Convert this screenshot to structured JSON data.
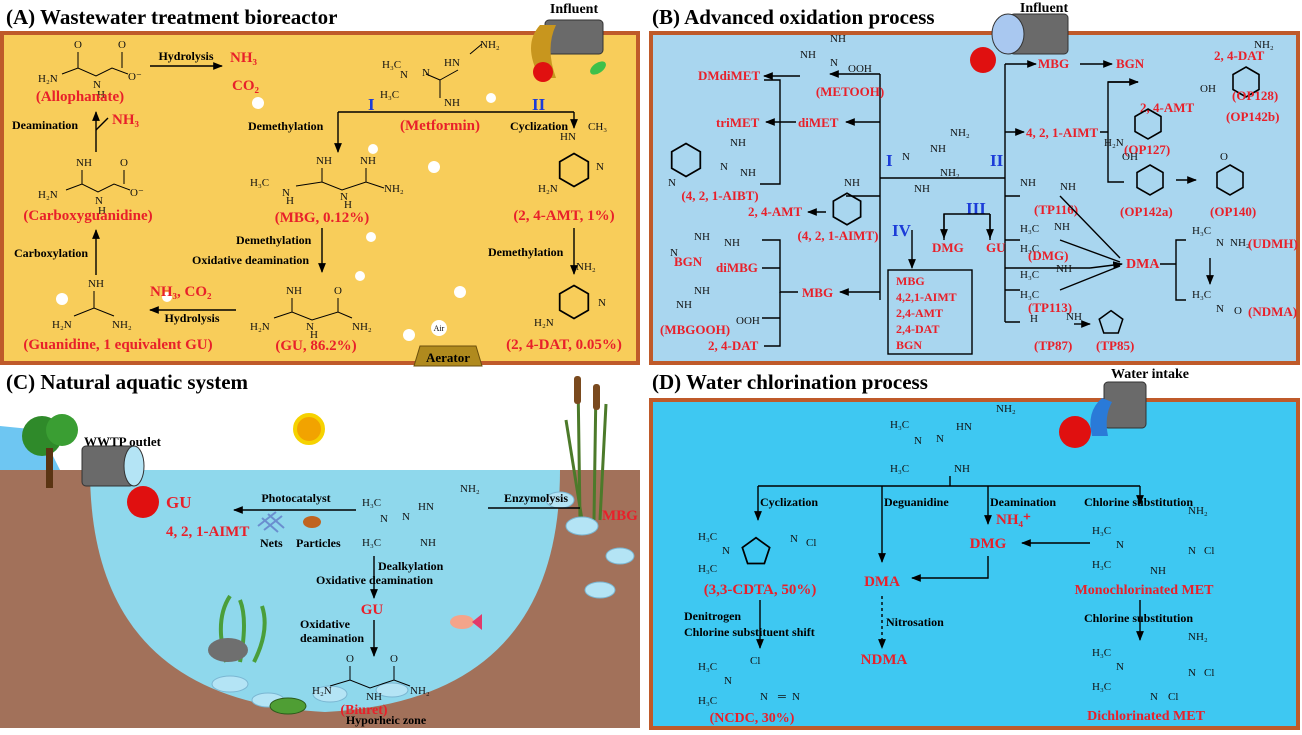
{
  "panels": {
    "a": {
      "title": "(A) Wastewater treatment bioreactor",
      "influent": "Influent",
      "aerator": "Aerator",
      "air": "Air",
      "allophanate": "(Allophanate)",
      "hydrolysis": "Hydrolysis",
      "nh3": "NH₃",
      "co2": "CO₂",
      "deamination": "Deamination",
      "carboxyguanidine": "(Carboxyguanidine)",
      "carboxylation": "Carboxylation",
      "guanidine": "(Guanidine, 1 equivalent GU)",
      "nh3_co2": "NH₃, CO₂",
      "metformin": "(Metformin)",
      "route_i": "I",
      "route_ii": "II",
      "demethylation": "Demethylation",
      "cyclization": "Cyclization",
      "mbg": "(MBG, 0.12%)",
      "oxidative_deamination": "Oxidative deamination",
      "gu": "(GU, 86.2%)",
      "amt": "(2, 4-AMT, 1%)",
      "dat": "(2, 4-DAT, 0.05%)"
    },
    "b": {
      "title": "(B) Advanced oxidation process",
      "influent": "Influent",
      "route_i": "I",
      "route_ii": "II",
      "route_iii": "III",
      "route_iv": "IV",
      "metooh": "(METOOH)",
      "dmdimet": "DMdiMET",
      "dimet": "diMET",
      "trimet": "triMET",
      "aibt": "(4, 2, 1-AIBT)",
      "amt": "2, 4-AMT",
      "aimt": "(4, 2, 1-AIMT)",
      "aimt_short": "4, 2, 1-AIMT",
      "mbg": "MBG",
      "bgn": "BGN",
      "dimbg": "diMBG",
      "mbgooh": "(MBGOOH)",
      "dat": "2, 4-DAT",
      "iv_list": [
        "MBG",
        "4,2,1-AIMT",
        "2,4-AMT",
        "2,4-DAT",
        "BGN"
      ],
      "dmg": "DMG",
      "gu": "GU",
      "dmg_paren": "(DMG)",
      "op128": "(OP128)",
      "op142b": "(OP142b)",
      "op127": "(OP127)",
      "op142a": "(OP142a)",
      "op140": "(OP140)",
      "tp116": "(TP116)",
      "tp113": "(TP113)",
      "tp87": "(TP87)",
      "tp85": "(TP85)",
      "dma": "DMA",
      "udmh": "(UDMH)",
      "ndma": "(NDMA)"
    },
    "c": {
      "title": "(C) Natural aquatic system",
      "wwtp_outlet": "WWTP outlet",
      "gu": "GU",
      "aimt": "4, 2, 1-AIMT",
      "photocatalyst": "Photocatalyst",
      "nets": "Nets",
      "particles": "Particles",
      "enzymolysis": "Enzymolysis",
      "mbg": "MBG",
      "dealkylation": "Dealkylation",
      "oxidative_deamination": "Oxidative deamination",
      "oxidative": "Oxidative",
      "deamination": "deamination",
      "biuret": "(Biuret)",
      "hyporheic": "Hyporheic zone"
    },
    "d": {
      "title": "(D) Water chlorination process",
      "water_intake": "Water intake",
      "cyclization": "Cyclization",
      "deguanidine": "Deguanidine",
      "deamination": "Deamination",
      "nh4": "NH₄⁺",
      "chlorine_substitution": "Chlorine substitution",
      "cdta": "(3,3-CDTA, 50%)",
      "denitrogen": "Denitrogen",
      "chlorine_shift": "Chlorine substituent shift",
      "ncdc": "(NCDC, 30%)",
      "dma": "DMA",
      "nitrosation": "Nitrosation",
      "ndma": "NDMA",
      "dmg": "DMG",
      "monochlorinated": "Monochlorinated MET",
      "dichlorinated": "Dichlorinated MET"
    }
  }
}
